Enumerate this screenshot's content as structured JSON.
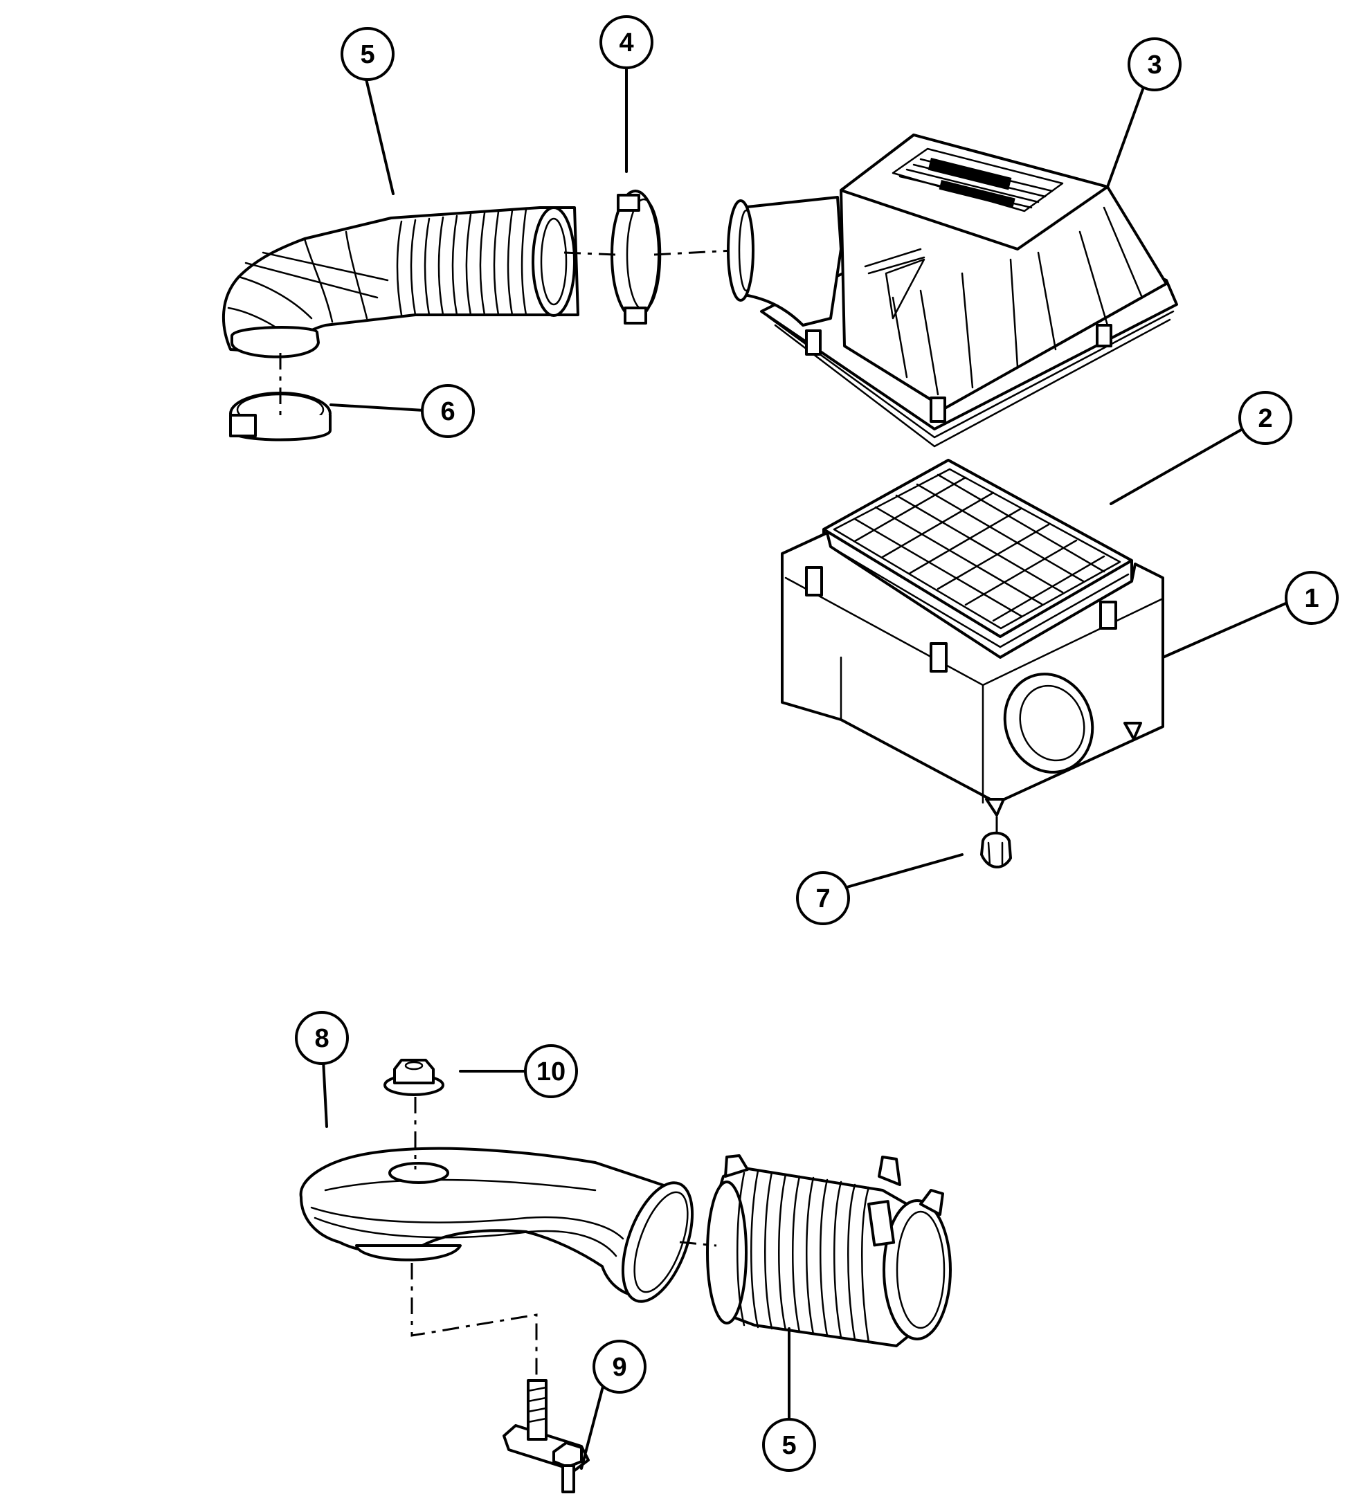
{
  "callouts": [
    {
      "id": "c1",
      "number": "1"
    },
    {
      "id": "c2",
      "number": "2"
    },
    {
      "id": "c3",
      "number": "3"
    },
    {
      "id": "c4",
      "number": "4"
    },
    {
      "id": "c5a",
      "number": "5"
    },
    {
      "id": "c6",
      "number": "6"
    },
    {
      "id": "c7",
      "number": "7"
    },
    {
      "id": "c8",
      "number": "8"
    },
    {
      "id": "c9",
      "number": "9"
    },
    {
      "id": "c10",
      "number": "10"
    },
    {
      "id": "c5b",
      "number": "5"
    }
  ],
  "colors": {
    "ink": "#000000",
    "paper": "#ffffff"
  }
}
